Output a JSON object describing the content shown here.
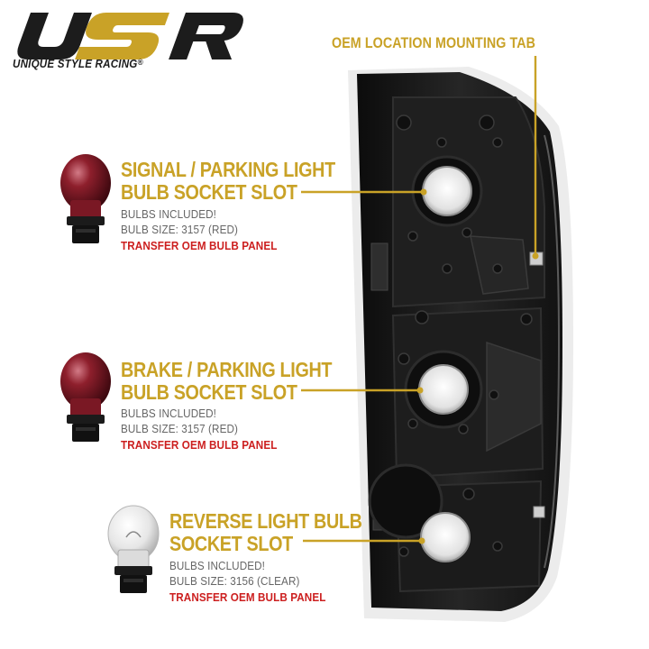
{
  "brand": {
    "logo_text": "USR",
    "tagline": "UNIQUE STYLE RACING",
    "registered_mark": "®"
  },
  "oem_tab": {
    "label": "OEM LOCATION MOUNTING TAB"
  },
  "sections": [
    {
      "title_line1": "SIGNAL / PARKING LIGHT",
      "title_line2": "BULB SOCKET SLOT",
      "bulbs_included": "BULBS INCLUDED!",
      "bulb_size": "BULB SIZE: 3157 (RED)",
      "note": "TRANSFER OEM BULB PANEL",
      "bulb_color": "red"
    },
    {
      "title_line1": "BRAKE / PARKING LIGHT",
      "title_line2": "BULB SOCKET SLOT",
      "bulbs_included": "BULBS INCLUDED!",
      "bulb_size": "BULB SIZE: 3157 (RED)",
      "note": "TRANSFER OEM BULB PANEL",
      "bulb_color": "red"
    },
    {
      "title_line1": "REVERSE LIGHT BULB",
      "title_line2": "SOCKET SLOT",
      "bulbs_included": "BULBS INCLUDED!",
      "bulb_size": "BULB SIZE: 3156 (CLEAR)",
      "note": "TRANSFER OEM BULB PANEL",
      "bulb_color": "clear"
    }
  ],
  "colors": {
    "gold": "#c9a227",
    "red_note": "#cc1f1f",
    "gray_text": "#666666",
    "housing_black": "#1a1a1a",
    "bulb_red": "#8e1f2c",
    "bulb_clear": "#e8e8e8"
  }
}
